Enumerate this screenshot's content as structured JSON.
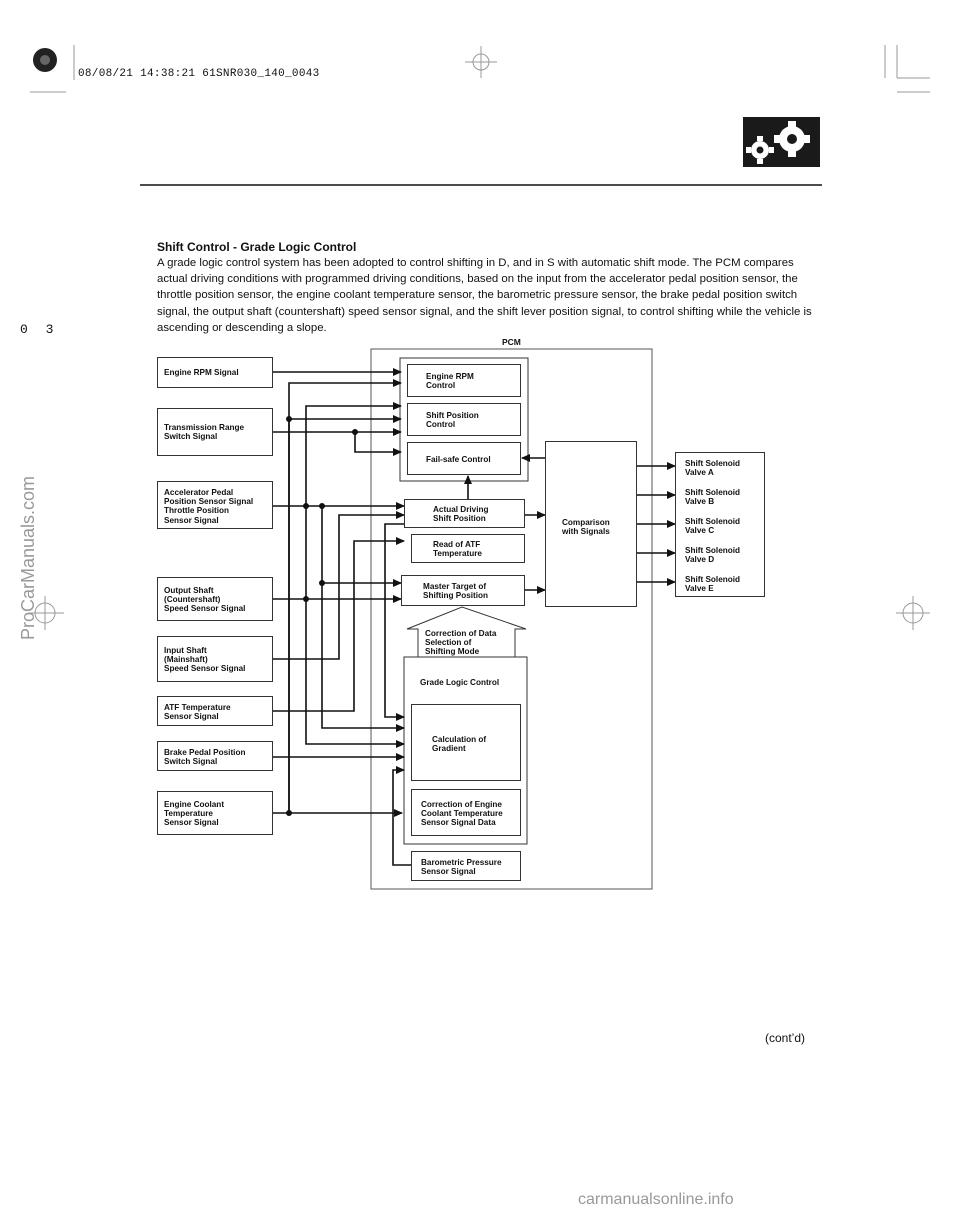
{
  "header": {
    "stamp": "08/08/21 14:38:21 61SNR030_140_0043",
    "icon": "gears-icon"
  },
  "section": {
    "title": "Shift Control - Grade Logic Control",
    "body": "A grade logic control system has been adopted to control shifting in D, and in S with automatic shift mode. The PCM compares actual driving conditions with programmed driving conditions, based on the input from the accelerator pedal position sensor, the throttle position sensor, the engine coolant temperature sensor, the barometric pressure sensor, the brake pedal position switch signal, the output shaft (countershaft) speed sensor signal, and the shift lever position signal, to control shifting while the vehicle is ascending or descending a slope."
  },
  "diagram": {
    "pcm_label": "PCM",
    "inputs": [
      "Engine RPM Signal",
      "Transmission Range\nSwitch Signal",
      "Accelerator Pedal\nPosition Sensor Signal\nThrottle Position\nSensor Signal",
      "Output Shaft\n(Countershaft)\nSpeed Sensor Signal",
      "Input Shaft\n(Mainshaft)\nSpeed Sensor Signal",
      "ATF Temperature\nSensor Signal",
      "Brake Pedal Position\nSwitch Signal",
      "Engine Coolant\nTemperature\nSensor Signal"
    ],
    "pcm_blocks": {
      "engine_rpm_control": "Engine RPM\nControl",
      "shift_position_control": "Shift Position\nControl",
      "failsafe_control": "Fail-safe Control",
      "actual_driving": "Actual Driving\nShift Position",
      "read_atf": "Read of ATF\nTemperature",
      "master_target": "Master Target of\nShifting Position",
      "comparison": "Comparison\nwith Signals",
      "correction_selection": "Correction of Data\nSelection of\nShifting Mode",
      "grade_logic": "Grade Logic Control",
      "calc_gradient": "Calculation of\nGradient",
      "correction_ect": "Correction of Engine\nCoolant Temperature\nSensor Signal Data",
      "barometric": "Barometric Pressure\nSensor Signal"
    },
    "outputs": [
      "Shift Solenoid\nValve A",
      "Shift Solenoid\nValve B",
      "Shift Solenoid\nValve C",
      "Shift Solenoid\nValve D",
      "Shift Solenoid\nValve E"
    ]
  },
  "page": {
    "page_mark": "0 3",
    "contd": "(cont’d)",
    "side_watermark": "ProCarManuals.com",
    "footer_watermark": "carmanualsonline.info"
  }
}
